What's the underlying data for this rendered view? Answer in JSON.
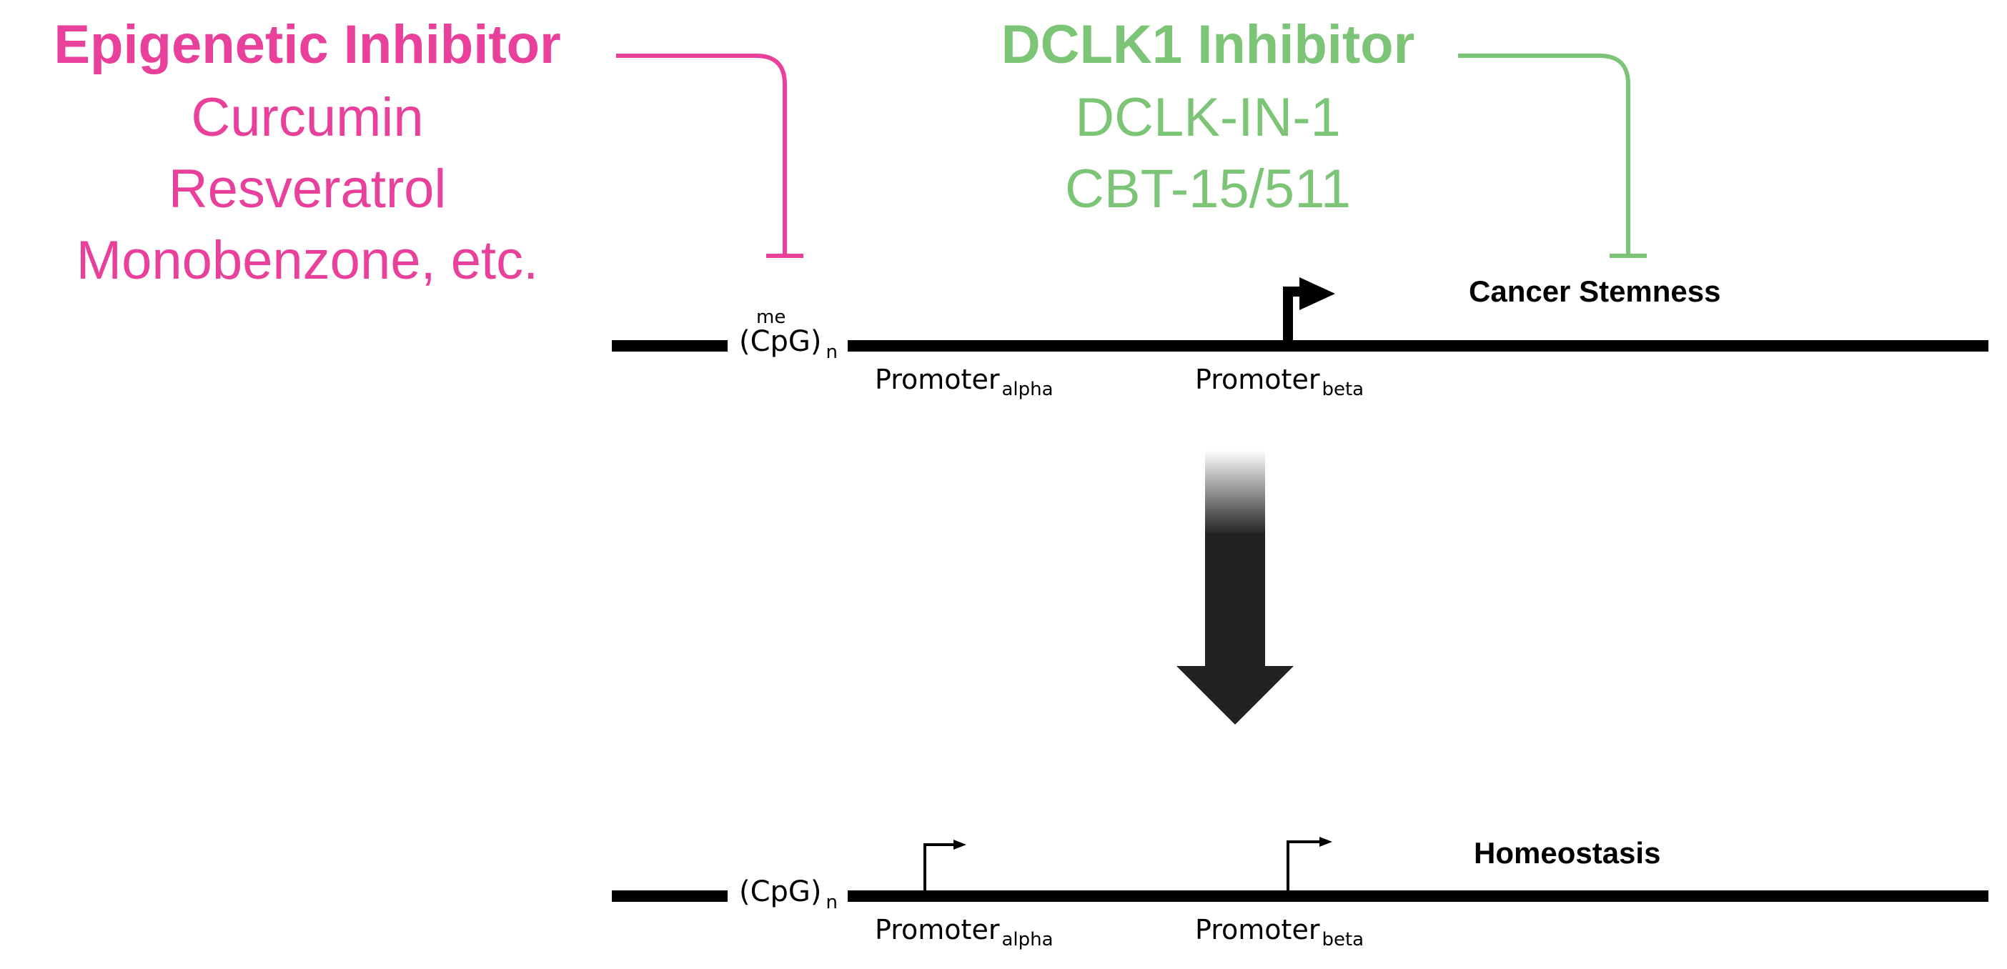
{
  "colors": {
    "epigenetic": "#e8409b",
    "dclk1": "#7cc576",
    "line": "#000000",
    "arrow": "#222222"
  },
  "epigenetic_inhibitor": {
    "title": "Epigenetic Inhibitor",
    "drugs": [
      "Curcumin",
      "Resveratrol",
      "Monobenzone, etc."
    ]
  },
  "dclk1_inhibitor": {
    "title": "DCLK1 Inhibitor",
    "drugs": [
      "DCLK-IN-1",
      "CBT-15/511"
    ]
  },
  "top_state": {
    "outcome": "Cancer Stemness",
    "cpg": {
      "base": "(CpG)",
      "sub": "n",
      "mark": "me"
    },
    "promoter_alpha": {
      "base": "Promoter",
      "sub": "alpha"
    },
    "promoter_beta": {
      "base": "Promoter",
      "sub": "beta"
    }
  },
  "bottom_state": {
    "outcome": "Homeostasis",
    "cpg": {
      "base": "(CpG)",
      "sub": "n"
    },
    "promoter_alpha": {
      "base": "Promoter",
      "sub": "alpha"
    },
    "promoter_beta": {
      "base": "Promoter",
      "sub": "beta"
    }
  }
}
